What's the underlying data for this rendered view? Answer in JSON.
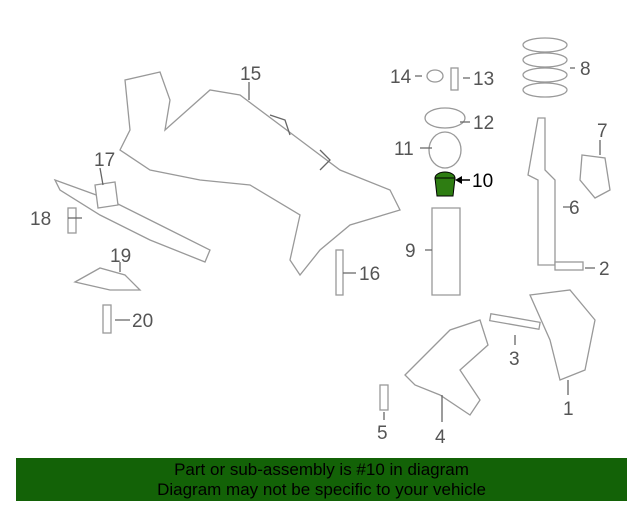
{
  "callouts": [
    {
      "num": "1"
    },
    {
      "num": "2"
    },
    {
      "num": "3"
    },
    {
      "num": "4"
    },
    {
      "num": "5"
    },
    {
      "num": "6"
    },
    {
      "num": "7"
    },
    {
      "num": "8"
    },
    {
      "num": "9"
    },
    {
      "num": "10"
    },
    {
      "num": "11"
    },
    {
      "num": "12"
    },
    {
      "num": "13"
    },
    {
      "num": "14"
    },
    {
      "num": "15"
    },
    {
      "num": "16"
    },
    {
      "num": "17"
    },
    {
      "num": "18"
    },
    {
      "num": "19"
    },
    {
      "num": "20"
    }
  ],
  "highlight_color": "#2e7d12",
  "banner": {
    "line1": "Part or sub-assembly is #10 in diagram",
    "line2": "Diagram may not be specific to your vehicle",
    "color": "#136207"
  }
}
